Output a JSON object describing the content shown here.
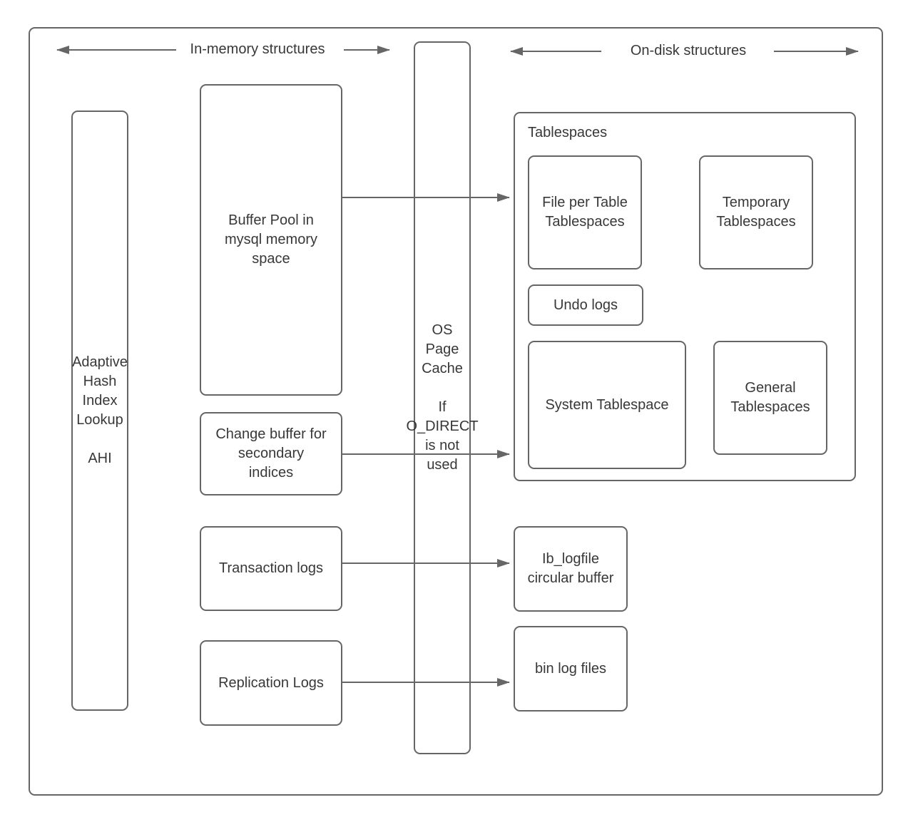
{
  "colors": {
    "stroke": "#666666",
    "text": "#383838",
    "canvas": "#ffffff"
  },
  "headers": {
    "in_memory": "In-memory structures",
    "on_disk": "On-disk structures"
  },
  "nodes": {
    "ahi": {
      "label": "Adaptive\nHash\nIndex\nLookup\n\nAHI"
    },
    "buffer_pool": {
      "label": "Buffer Pool in\nmysql memory\nspace"
    },
    "change_buffer": {
      "label": "Change buffer for\nsecondary\nindices"
    },
    "transaction_logs": {
      "label": "Transaction logs"
    },
    "replication_logs": {
      "label": "Replication Logs"
    },
    "os_page_cache": {
      "label": "OS\nPage\nCache\n\nIf\nO_DIRECT\nis not\nused"
    },
    "tablespaces": {
      "label": "Tablespaces"
    },
    "file_per_table": {
      "label": "File per Table\nTablespaces"
    },
    "temporary_tablespaces": {
      "label": "Temporary\nTablespaces"
    },
    "undo_logs": {
      "label": "Undo logs"
    },
    "system_tablespace": {
      "label": "System Tablespace"
    },
    "general_tablespaces": {
      "label": "General\nTablespaces"
    },
    "ib_logfile": {
      "label": "Ib_logfile\ncircular buffer"
    },
    "bin_log_files": {
      "label": "bin log files"
    }
  }
}
